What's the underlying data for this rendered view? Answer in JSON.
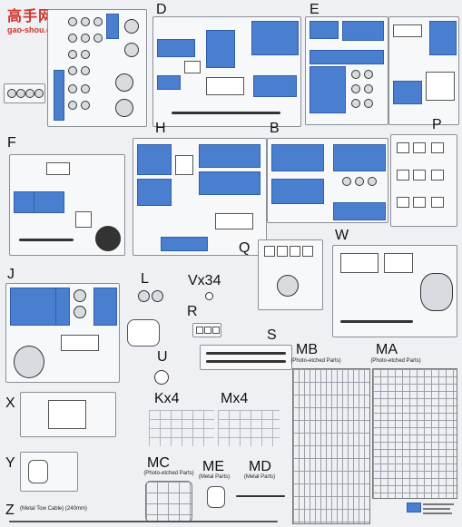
{
  "watermark": {
    "cn": "高手网",
    "url": "gao-shou.com"
  },
  "labels": {
    "D": "D",
    "E": "E",
    "F": "F",
    "H": "H",
    "B": "B",
    "P": "P",
    "J": "J",
    "L": "L",
    "Vx34": "Vx34",
    "Q": "Q",
    "W": "W",
    "R": "R",
    "S": "S",
    "MB": "MB",
    "MA": "MA",
    "U": "U",
    "X": "X",
    "Kx4": "Kx4",
    "Mx4": "Mx4",
    "Y": "Y",
    "MC": "MC",
    "ME": "ME",
    "MD": "MD",
    "Z": "Z"
  },
  "sublabels": {
    "mb": "(Photo-etched Parts)",
    "ma": "(Photo-etched Parts)",
    "mc": "(Photo-etched Parts)",
    "me": "(Metal Parts)",
    "md": "(Metal Parts)",
    "z": "(Metal Tow Cable) (240mm)"
  },
  "colors": {
    "accent_blue": "#4a7fd0",
    "sprue_gray": "#8b8f96",
    "watermark_red": "#d0332a"
  }
}
